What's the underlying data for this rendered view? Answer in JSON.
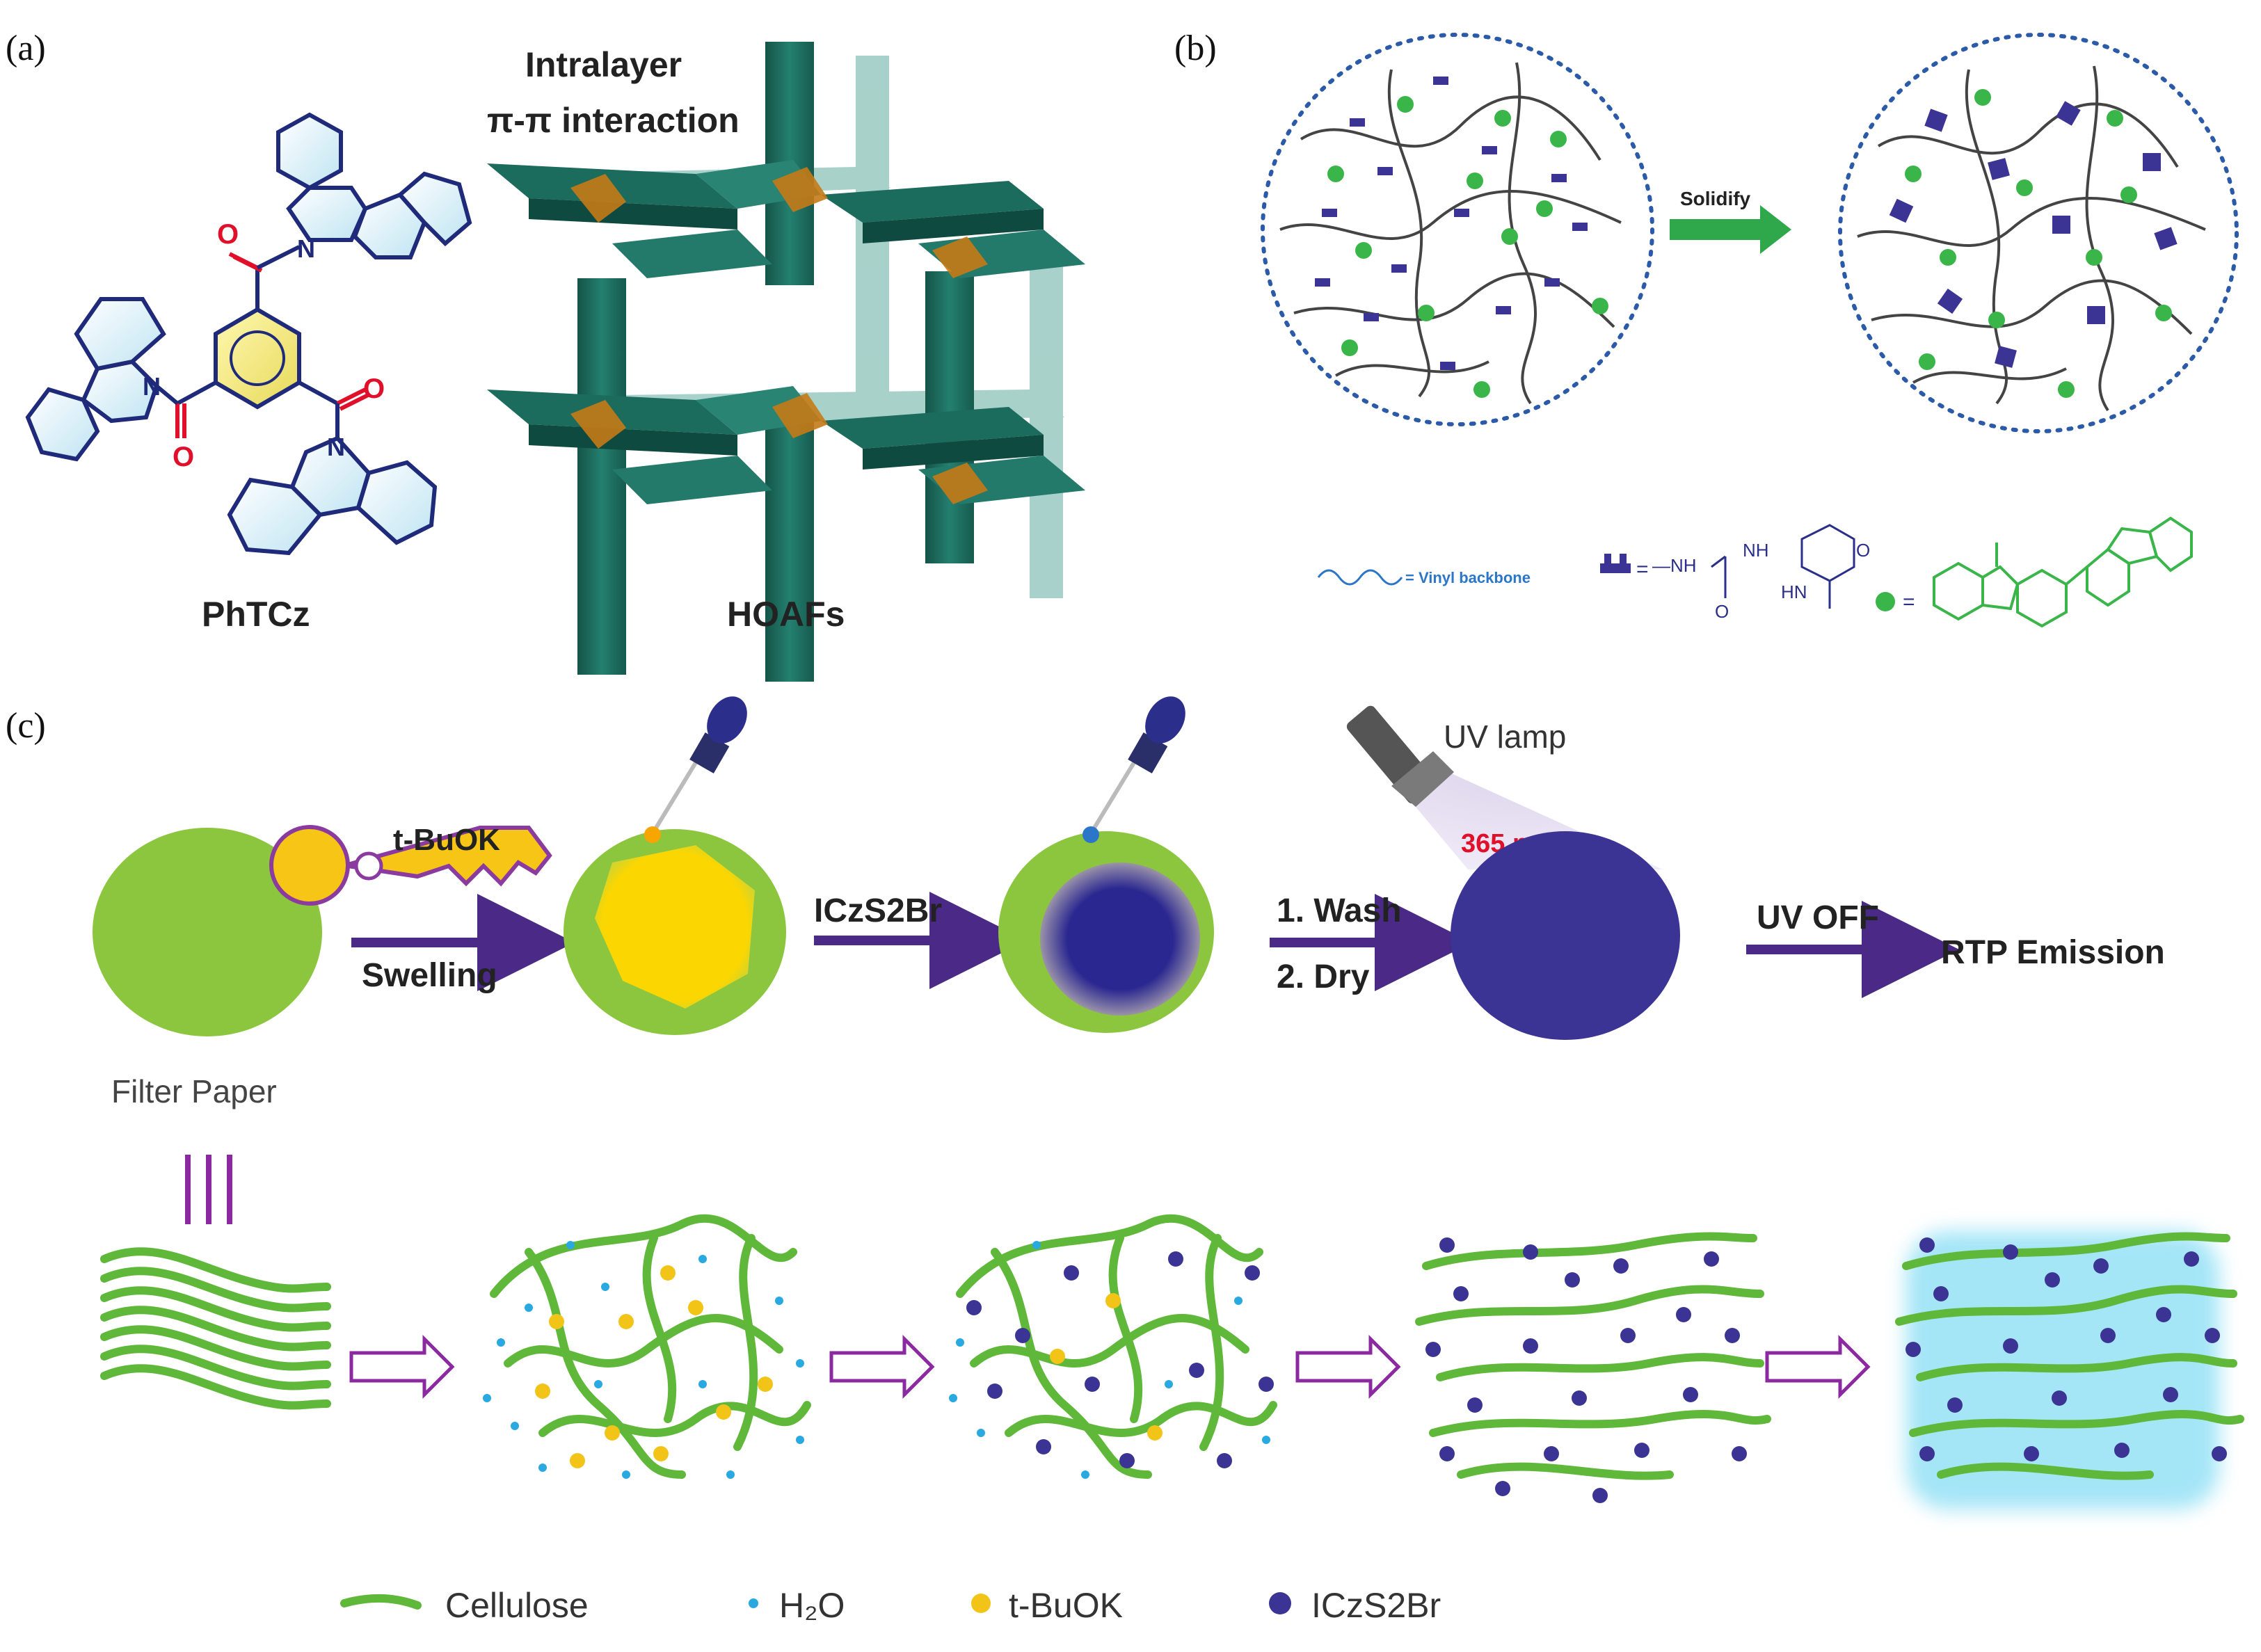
{
  "panels": {
    "a": {
      "letter": "(a)",
      "title_line1": "Intralayer",
      "title_line2": "π-π interaction",
      "molecule_label": "PhTCz",
      "framework_label": "HOAFs",
      "atoms": {
        "o1": "O",
        "o2": "O",
        "o3": "O",
        "n1": "N",
        "n2": "N",
        "n3": "N"
      }
    },
    "b": {
      "letter": "(b)",
      "arrow_label": "Solidify",
      "legend": {
        "backbone": "= Vinyl backbone",
        "upy_eq": "=",
        "upy_nh1": "—NH",
        "upy_nh2": "NH",
        "upy_o1": "O",
        "upy_o2": "O",
        "upy_hn": "HN",
        "dot_eq": "="
      }
    },
    "c": {
      "letter": "(c)",
      "swelling_key": "t-BuOK",
      "swelling": "Swelling",
      "reagent": "ICzS2Br",
      "wash": "1. Wash",
      "dry": "2. Dry",
      "uv_lamp": "UV lamp",
      "wavelength": "365 nm",
      "uv_off": "UV OFF",
      "rtp": "RTP Emission",
      "filter_paper": "Filter Paper",
      "legend": [
        {
          "label": "Cellulose",
          "color": "#5fb83a"
        },
        {
          "label": "H₂O",
          "color": "#2aa9e0"
        },
        {
          "label": "t-BuOK",
          "color": "#f2c418"
        },
        {
          "label": "ICzS2Br",
          "color": "#3b3494"
        }
      ]
    }
  },
  "colors": {
    "navy": "#2a2f8a",
    "teal": "#1f6b5e",
    "green": "#5fb83a",
    "yellow": "#f7d000",
    "purple": "#4a2a86",
    "red": "#e0102a",
    "blue_legend": "#2b76c8"
  }
}
